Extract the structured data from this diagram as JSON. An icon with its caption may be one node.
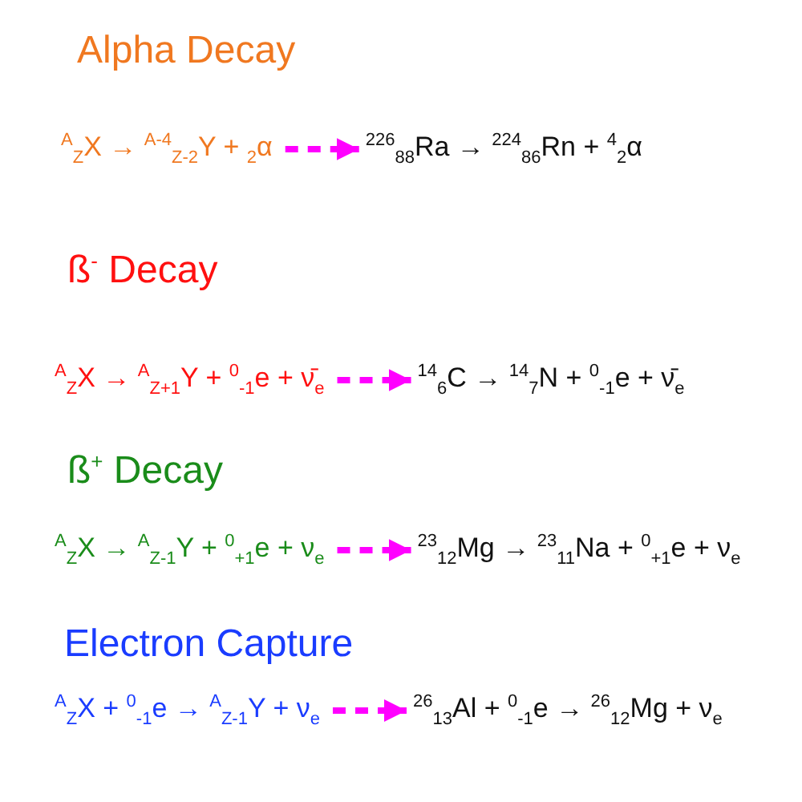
{
  "diagram": {
    "nodes": [
      {
        "text": [
          "$^{A}$$_{Z}$X → $^{A-4}$$_{Z-2}$Y + $_{2}$α"
        ]
      },
      {
        "text": [
          "$^{226}$$_{88}$Ra → $^{224}$$_{86}$Rn + $^{4}$$_{2}$α"
        ]
      },
      {
        "text": [
          "$^{A}$$_{Z}$X → $^{A}$$_{Z+1}$Y + $^{0}$$_{-1}$e + ν̄$_{e}$"
        ]
      },
      {
        "text": [
          "$^{14}$$_{6}$C → $^{14}$$_{7}$N + $^{0}$$_{-1}$e + ν̄$_{e}$"
        ]
      },
      {
        "text": [
          "$^{A}$$_{Z}$X → $^{A}$$_{Z-1}$Y + $^{0}$$_{+1}$e + ν$_{e}$"
        ]
      },
      {
        "text": [
          "$^{23}$$_{12}$Mg → $^{23}$$_{11}$Na + $^{0}$$_{+1}$e + ν$_{e}$"
        ]
      },
      {
        "text": [
          "$^{A}$$_{Z}$X + $^{0}$$_{-1}$e → $^{A}$$_{Z-1}$Y + ν$_{e}$"
        ]
      },
      {
        "text": [
          "$^{26}$$_{13}$Al + $^{0}$$_{-1}$e → $^{26}$$_{12}$Mg + ν$_{e}$"
        ]
      }
    ],
    "edges": [
      {
        "from": 0,
        "to": 1,
        "arrow": "to",
        "style": "dashed",
        "color": "#ff00ff"
      },
      {
        "from": 2,
        "to": 3,
        "arrow": "to",
        "style": "dashed",
        "color": "#ff00ff"
      },
      {
        "from": 4,
        "to": 5,
        "arrow": "to",
        "style": "dashed",
        "color": "#ff00ff"
      },
      {
        "from": 6,
        "to": 7,
        "arrow": "to",
        "style": "dashed",
        "color": "#ff00ff"
      }
    ],
    "labels": [
      "Alpha Decay",
      "ß$^{-}$ Decay",
      "ß$^{+}$ Decay",
      "Electron Capture"
    ]
  }
}
